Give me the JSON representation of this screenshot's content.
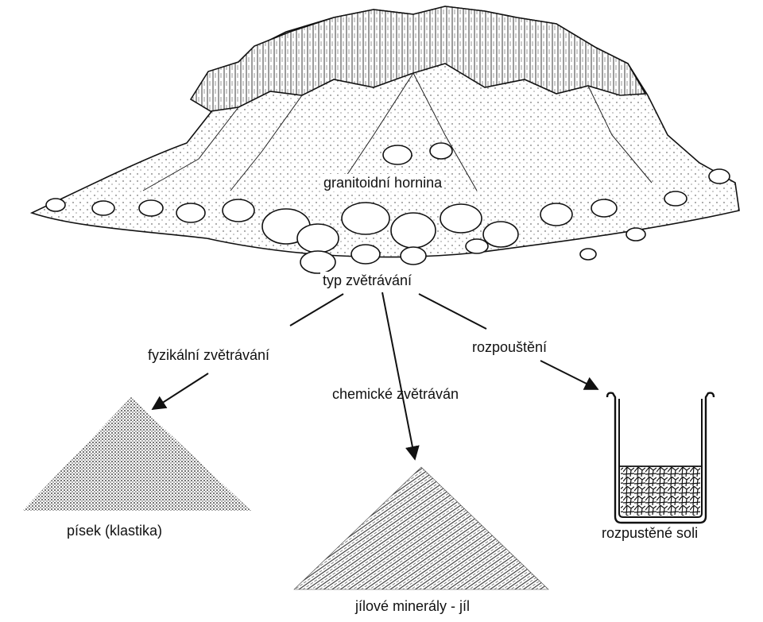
{
  "labels": {
    "rock": "granitoidní hornina",
    "weathering_type": "typ zvětrávání",
    "physical": "fyzikální zvětrávání",
    "chemical": "chemické zvětráván",
    "dissolution": "rozpouštění",
    "sand": "písek (klastika)",
    "clay": "jílové minerály - jíl",
    "salts": "rozpustěné soli"
  },
  "colors": {
    "ink": "#111111",
    "paper": "#ffffff"
  }
}
